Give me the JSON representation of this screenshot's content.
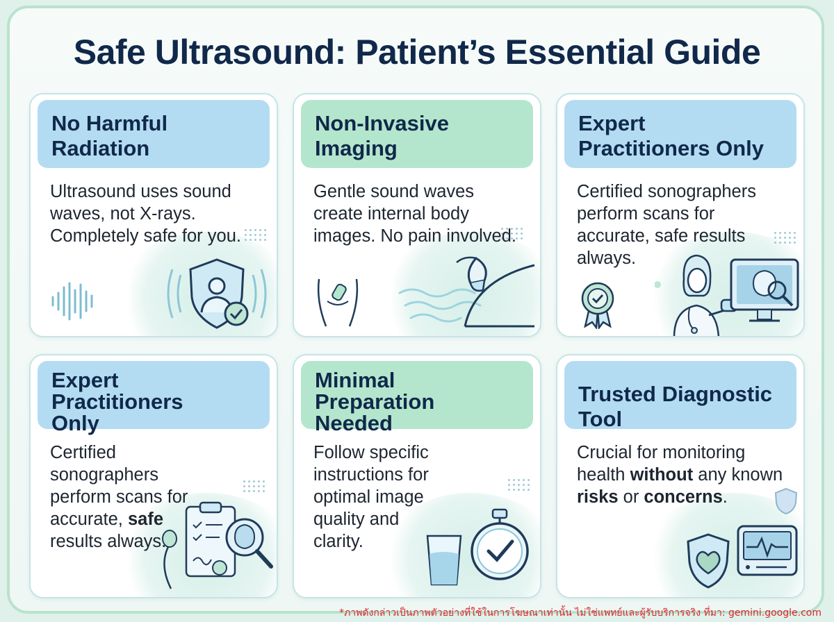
{
  "title": "Safe Ultrasound: Patient’s Essential Guide",
  "cards": [
    {
      "heading": "No Harmful Radiation",
      "body": "Ultrasound uses sound waves, not X-rays. Completely safe for you.",
      "color": "blue",
      "icons": [
        "sound-wave-icon",
        "shield-person-check-icon"
      ]
    },
    {
      "heading": "Non-Invasive Imaging",
      "body": "Gentle sound waves create internal body images. No pain involved.",
      "color": "green",
      "icons": [
        "torso-probe-icon",
        "ultrasound-probe-icon"
      ]
    },
    {
      "heading": "Expert Practitioners Only",
      "body": "Certified sonographers perform scans for accurate, safe results always.",
      "color": "blue",
      "icons": [
        "certified-badge-icon",
        "sonographer-monitor-icon"
      ]
    },
    {
      "heading": "Expert Practitioners Only",
      "body_parts": [
        "Certified sonographers perform scans for accurate, ",
        "safe",
        " results always."
      ],
      "color": "blue",
      "icons": [
        "clipboard-magnifier-icon",
        "probe-icon"
      ]
    },
    {
      "heading": "Minimal Preparation Needed",
      "body": "Follow specific instructions for optimal image quality and clarity.",
      "color": "green",
      "icons": [
        "water-glass-icon",
        "stopwatch-check-icon"
      ]
    },
    {
      "heading": "Trusted Diagnostic Tool",
      "body_parts": [
        "Crucial for monitoring health ",
        "without",
        " any known ",
        "risks",
        " or ",
        "concerns",
        "."
      ],
      "color": "blue",
      "icons": [
        "heart-shield-icon",
        "heart-monitor-icon"
      ]
    }
  ],
  "footer": "*ภาพดังกล่าวเป็นภาพตัวอย่างที่ใช้ในการโฆษณาเท่านั้น ไม่ใช่แพทย์และผู้รับบริการจริง ที่มา: gemini.google.com",
  "colors": {
    "title": "#10284a",
    "header_blue": "#b3dcf2",
    "header_green": "#b4e6cd",
    "frame": "#b9e2cf",
    "footer": "#e0242a"
  }
}
